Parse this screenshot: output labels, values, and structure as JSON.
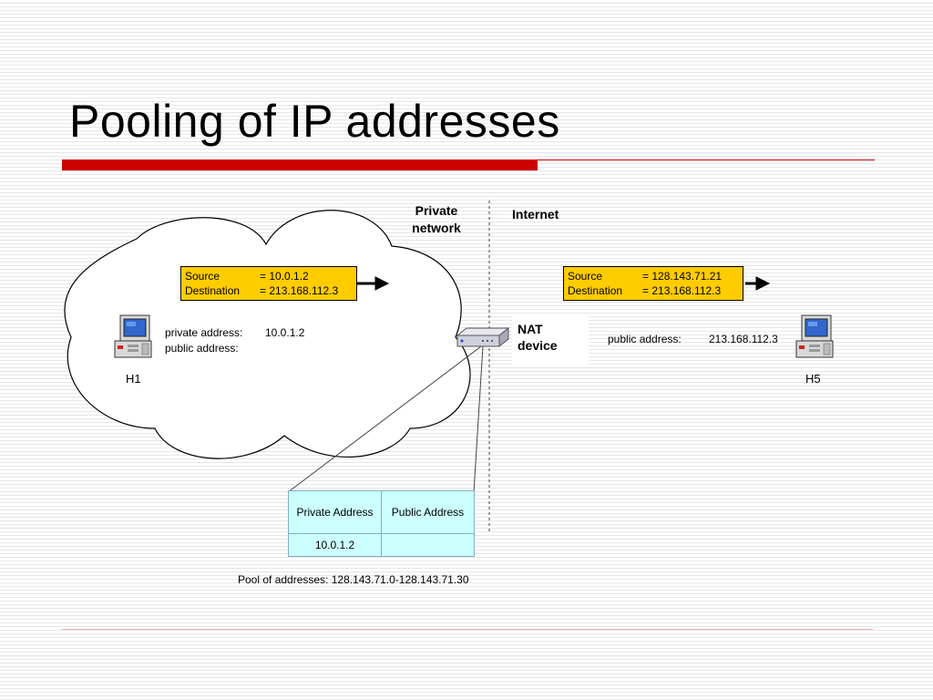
{
  "slide": {
    "title": "Pooling of IP addresses"
  },
  "labels": {
    "private_network": "Private network",
    "internet": "Internet",
    "nat_device": "NAT device",
    "h1": "H1",
    "h5": "H5"
  },
  "h1_info": {
    "private_label": "private address:",
    "private_value": "10.0.1.2",
    "public_label": "public address:",
    "public_value": ""
  },
  "h5_info": {
    "public_label": "public address:",
    "public_value": "213.168.112.3"
  },
  "packet_private": {
    "source_label": "Source",
    "source_value": "= 10.0.1.2",
    "dest_label": "Destination",
    "dest_value": "= 213.168.112.3"
  },
  "packet_public": {
    "source_label": "Source",
    "source_value": "= 128.143.71.21",
    "dest_label": "Destination",
    "dest_value": "= 213.168.112.3"
  },
  "nat_table": {
    "headers": [
      "Private Address",
      "Public Address"
    ],
    "rows": [
      [
        "10.0.1.2",
        ""
      ]
    ]
  },
  "pool_text": "Pool of addresses: 128.143.71.0-128.143.71.30",
  "colors": {
    "title_rule": "#cc0000",
    "packet_fill": "#ffcc00",
    "table_fill": "#ccffff"
  }
}
